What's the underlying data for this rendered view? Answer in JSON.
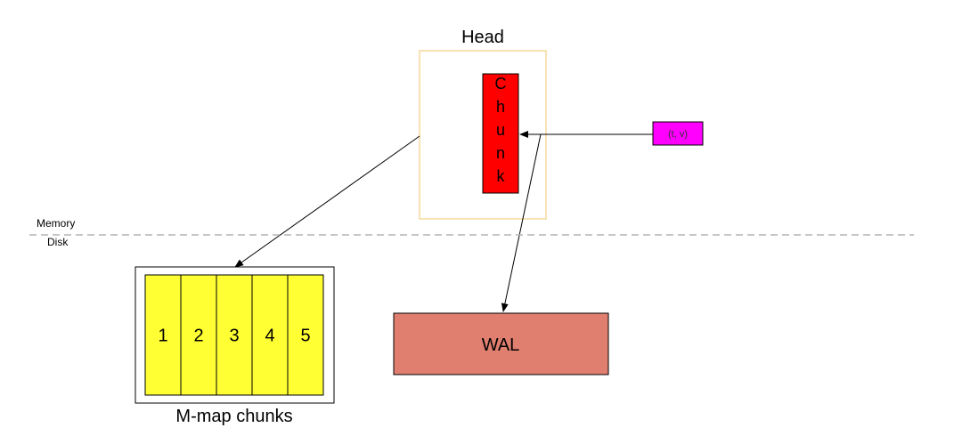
{
  "head": {
    "title": "Head",
    "chunk_label": "Chunk"
  },
  "sample": {
    "label": "(t, v)"
  },
  "divider": {
    "memory_label": "Memory",
    "disk_label": "Disk"
  },
  "mmap": {
    "cells": [
      "1",
      "2",
      "3",
      "4",
      "5"
    ],
    "caption": "M-map chunks"
  },
  "wal": {
    "label": "WAL"
  },
  "colors": {
    "head_border": "#f5d99a",
    "chunk_fill": "#ff0000",
    "sample_fill": "#ff00ff",
    "mmap_fill": "#ffff33",
    "wal_fill": "#e07f70",
    "divider": "#b3b3b3"
  }
}
